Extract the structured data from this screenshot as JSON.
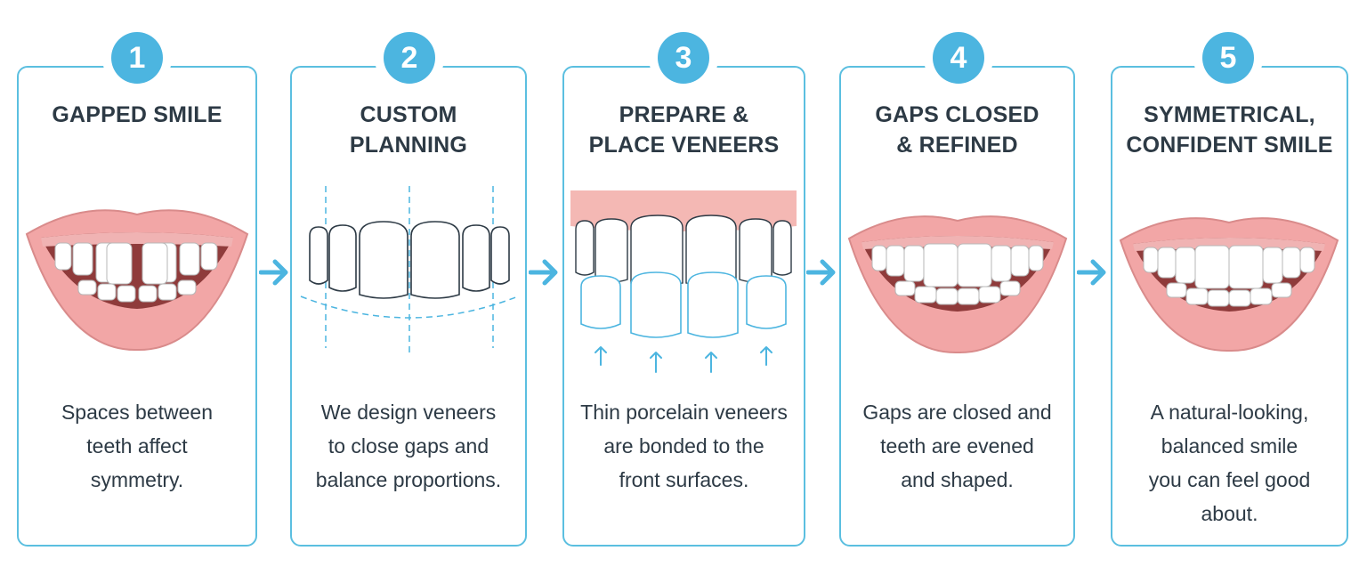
{
  "steps": [
    {
      "number": "1",
      "title": [
        "GAPPED SMILE"
      ],
      "description": [
        "Spaces between",
        "teeth affect",
        "symmetry."
      ]
    },
    {
      "number": "2",
      "title": [
        "CUSTOM",
        "PLANNING"
      ],
      "description": [
        "We design veneers",
        "to close gaps and",
        "balance proportions."
      ]
    },
    {
      "number": "3",
      "title": [
        "PREPARE &",
        "PLACE VENEERS"
      ],
      "description": [
        "Thin porcelain veneers",
        "are bonded to the",
        "front surfaces."
      ]
    },
    {
      "number": "4",
      "title": [
        "GAPS CLOSED",
        "& REFINED"
      ],
      "description": [
        "Gaps are closed and",
        "teeth are evened",
        "and shaped."
      ]
    },
    {
      "number": "5",
      "title": [
        "SYMMETRICAL,",
        "CONFIDENT SMILE"
      ],
      "description": [
        "A natural-looking,",
        "balanced smile",
        "you can feel good",
        "about."
      ]
    }
  ],
  "colors": {
    "accent": "#4cb5e0",
    "border": "#5bbfe0",
    "lip": "#f2a6a6",
    "gum": "#f0b3b3",
    "mouth": "#8f3b3b"
  },
  "icons": [
    "step-arrow-icon",
    "lips-icon",
    "veneer-arrow-up-icon"
  ]
}
